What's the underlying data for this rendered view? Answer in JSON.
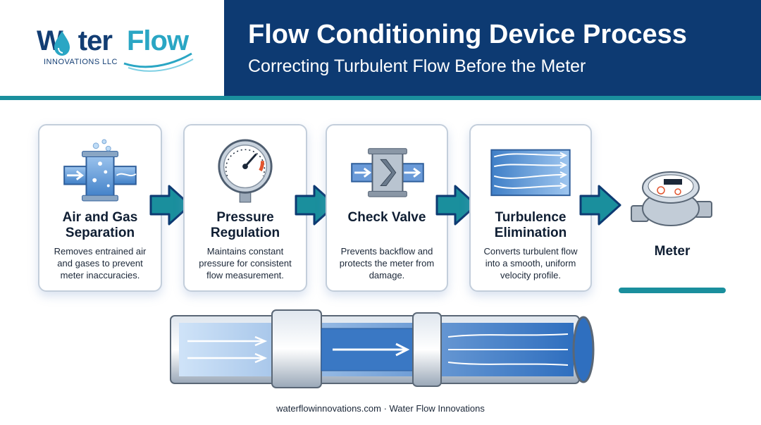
{
  "header": {
    "logo": {
      "word1": "Water",
      "word2": "Flow",
      "subtitle": "INNOVATIONS LLC"
    },
    "title": "Flow Conditioning Device Process",
    "subtitle": "Correcting Turbulent Flow Before the Meter"
  },
  "steps": [
    {
      "icon": "air-separator-icon",
      "title": "Air and Gas Separation",
      "description": "Removes entrained air and gases to prevent meter inaccuracies."
    },
    {
      "icon": "pressure-gauge-icon",
      "title": "Pressure Regulation",
      "description": "Maintains constant pressure for consistent flow measurement."
    },
    {
      "icon": "check-valve-icon",
      "title": "Check Valve",
      "description": "Prevents backflow and protects the meter from damage."
    },
    {
      "icon": "flow-straightener-icon",
      "title": "Turbulence Elimination",
      "description": "Converts turbulent flow into a smooth, uniform velocity profile."
    }
  ],
  "destination": {
    "icon": "water-meter-icon",
    "label": "Meter"
  },
  "pipe_illustration": {
    "icon": "pipe-cutaway-icon"
  },
  "footer": {
    "text": "waterflowinnovations.com · Water Flow Innovations"
  },
  "colors": {
    "navy": "#0d3a72",
    "teal": "#1a8f9d",
    "logo_blue": "#2aa6c4",
    "card_border": "#c3cedb"
  }
}
